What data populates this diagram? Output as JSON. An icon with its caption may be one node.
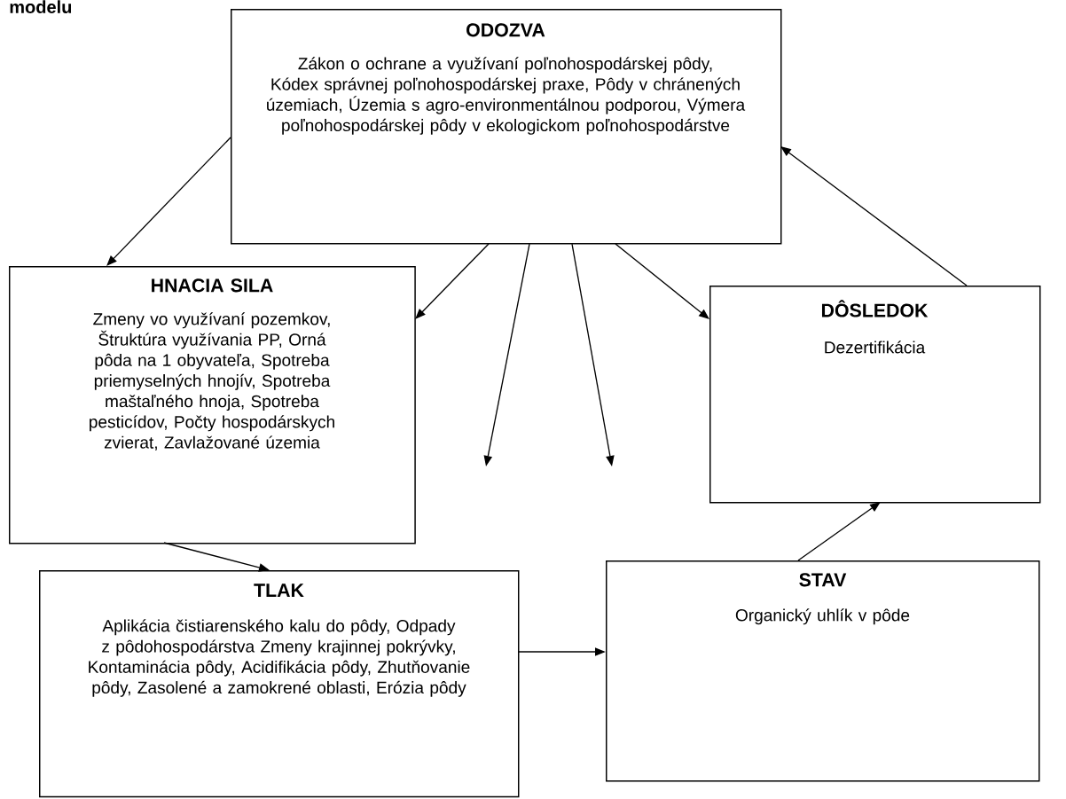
{
  "diagram": {
    "nodes": [
      {
        "text": [
          "ODOZVA",
          "Zákon o ochrane a využívaní poľnohospodárskej pôdy, Kódex správnej poľnohospodárskej praxe, Pôdy v chránených územiach, Územia s agro-environmentálnou podporou, Výmera poľnohospodárskej pôdy v ekologickom poľnohospodárstve"
        ]
      },
      {
        "text": [
          "HNACIA SILA",
          "Zmeny vo využívaní pozemkov, Štruktúra využívania PP, Orná pôda na 1 obyvateľa, Spotreba priemyselných hnojív, Spotreba maštaľného hnoja, Spotreba pesticídov, Počty hospodárskych zvierat, Zavlažované územia"
        ]
      },
      {
        "text": [
          "DÔSLEDOK",
          "Dezertifikácia"
        ]
      },
      {
        "text": [
          "TLAK",
          "Aplikácia čistiarenského kalu do pôdy, Odpady z pôdohospodárstva Zmeny krajinnej pokrývky, Kontaminácia pôdy, Acidifikácia pôdy, Zhutňovanie pôdy, Zasolené a zamokrené oblasti, Erózia pôdy"
        ]
      },
      {
        "text": [
          "STAV",
          "Organický uhlík v pôde"
        ]
      }
    ],
    "edges": [
      {
        "from": 0,
        "to": 1,
        "arrow": "to"
      },
      {
        "from": 0,
        "to": 1,
        "arrow": "to"
      },
      {
        "from": 0,
        "to": null,
        "arrow": "to"
      },
      {
        "from": 0,
        "to": null,
        "arrow": "to"
      },
      {
        "from": 0,
        "to": 2,
        "arrow": "to"
      },
      {
        "from": 2,
        "to": 0,
        "arrow": "to"
      },
      {
        "from": 1,
        "to": 3,
        "arrow": "to"
      },
      {
        "from": 3,
        "to": 4,
        "arrow": "to"
      },
      {
        "from": 4,
        "to": 2,
        "arrow": "to"
      }
    ],
    "labels": [
      "modelu"
    ]
  }
}
